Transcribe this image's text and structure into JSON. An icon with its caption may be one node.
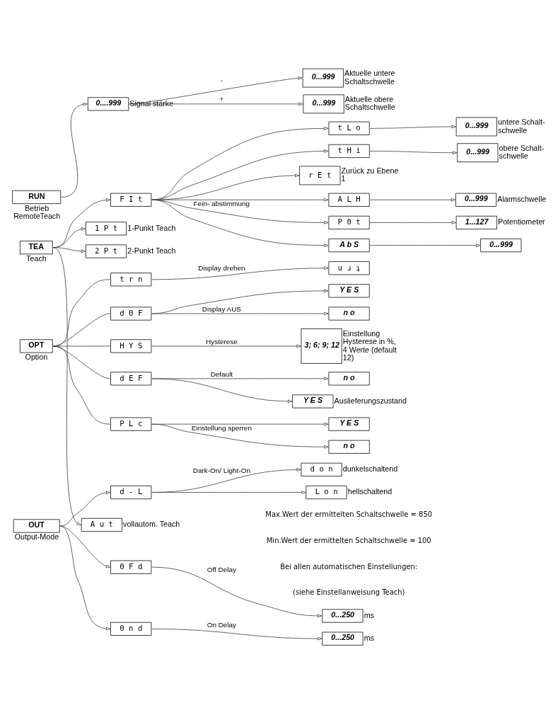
{
  "diagram": {
    "nodes": [
      {
        "text": [
          "OUT"
        ],
        "beside": [
          "Output-Mode"
        ]
      },
      {
        "text": [
          "d - L"
        ]
      },
      {
        "text": [
          "d o n"
        ],
        "beside": [
          "dunkelschaltend"
        ]
      },
      {
        "text": [
          "L o n"
        ],
        "beside": [
          "hellschaltend"
        ]
      },
      {
        "text": [
          "0 F d"
        ]
      },
      {
        "text": [
          "0...250"
        ],
        "beside": [
          "ms"
        ]
      },
      {
        "text": [
          "0 n d"
        ]
      },
      {
        "text": [
          "0...250"
        ],
        "beside": [
          "ms"
        ]
      },
      {
        "text": [
          "OPT"
        ],
        "beside": [
          "Option"
        ]
      },
      {
        "text": [
          "P L c"
        ]
      },
      {
        "text": [
          "n o"
        ]
      },
      {
        "text": [
          "Y E S"
        ]
      },
      {
        "text": [
          "t r n"
        ]
      },
      {
        "text": [
          "u ɹ ʇ"
        ]
      },
      {
        "text": [
          "d 0 F"
        ]
      },
      {
        "text": [
          "n o"
        ]
      },
      {
        "text": [
          "Y E S"
        ]
      },
      {
        "text": [
          "H Y S"
        ]
      },
      {
        "text": [
          "3; 6; 9; 12"
        ],
        "beside": [
          "Einstellung Hysterese in %, 4 Werte (default 12)"
        ]
      },
      {
        "text": [
          "d E F"
        ]
      },
      {
        "text": [
          "n o"
        ]
      },
      {
        "text": [
          "Y E S"
        ],
        "beside": [
          "Auslieferungszustand"
        ]
      },
      {
        "text": [
          "TEA"
        ],
        "beside": [
          "Teach"
        ]
      },
      {
        "text": [
          "A u t"
        ],
        "beside": [
          "vollautom. Teach"
        ]
      },
      {
        "text": [
          "1 P t"
        ],
        "beside": [
          "1-Punkt Teach"
        ]
      },
      {
        "text": [
          "2 P t"
        ],
        "beside": [
          "2-Punkt Teach"
        ]
      },
      {
        "text": [
          "F I t"
        ]
      },
      {
        "text": [
          "P 0 t"
        ]
      },
      {
        "text": [
          "1...127"
        ],
        "beside": [
          "Potentiometer"
        ]
      },
      {
        "text": [
          "A b S"
        ]
      },
      {
        "text": [
          "0...999"
        ]
      },
      {
        "text": [
          "t L o"
        ]
      },
      {
        "text": [
          "0...999"
        ],
        "beside": [
          "untere Schalt- schwelle"
        ]
      },
      {
        "text": [
          "t H i"
        ]
      },
      {
        "text": [
          "0...999"
        ],
        "beside": [
          "obere Schalt- schwelle"
        ]
      },
      {
        "text": [
          "A L H"
        ]
      },
      {
        "text": [
          "0...999"
        ],
        "beside": [
          "Alarmschwelle"
        ]
      },
      {
        "text": [
          "r E t"
        ],
        "beside": [
          "Zurück zu Ebene 1"
        ]
      },
      {
        "text": [
          "RUN"
        ],
        "beside": [
          "Betrieb RemoteTeach"
        ]
      },
      {
        "text": [
          "0....999"
        ],
        "beside": [
          "Signal stärke"
        ]
      },
      {
        "text": [
          "0...999"
        ],
        "beside": [
          "Aktuelle obere Schaltschwelle"
        ]
      },
      {
        "text": [
          "0...999"
        ],
        "beside": [
          "Aktuelle untere Schaltschwelle"
        ]
      }
    ],
    "edges": [
      {
        "from": 0,
        "to": 1,
        "arrow": "to"
      },
      {
        "from": 1,
        "to": 2,
        "arrow": "to",
        "label": "Dark-On/ Light-On"
      },
      {
        "from": 1,
        "to": 3,
        "arrow": "to"
      },
      {
        "from": 0,
        "to": 4,
        "arrow": "to"
      },
      {
        "from": 4,
        "to": 5,
        "arrow": "to",
        "label": "Off Delay"
      },
      {
        "from": 0,
        "to": 6,
        "arrow": "to"
      },
      {
        "from": 6,
        "to": 7,
        "arrow": "to",
        "label": "On Delay"
      },
      {
        "from": 8,
        "to": 9,
        "arrow": "none"
      },
      {
        "from": 9,
        "to": 10,
        "arrow": "to",
        "label": "Einstellung sperren"
      },
      {
        "from": 9,
        "to": 11,
        "arrow": "to"
      },
      {
        "from": 8,
        "to": 12,
        "arrow": "none"
      },
      {
        "from": 12,
        "to": 13,
        "arrow": "to",
        "label": "Display drehen"
      },
      {
        "from": 8,
        "to": 14,
        "arrow": "none"
      },
      {
        "from": 14,
        "to": 15,
        "arrow": "to",
        "label": "Display AUS"
      },
      {
        "from": 14,
        "to": 16,
        "arrow": "to"
      },
      {
        "from": 8,
        "to": 17,
        "arrow": "none"
      },
      {
        "from": 17,
        "to": 18,
        "arrow": "to",
        "label": "Hysterese"
      },
      {
        "from": 8,
        "to": 19,
        "arrow": "none"
      },
      {
        "from": 19,
        "to": 20,
        "arrow": "to",
        "label": "Default"
      },
      {
        "from": 19,
        "to": 21,
        "arrow": "to"
      },
      {
        "from": 22,
        "to": 23,
        "arrow": "to"
      },
      {
        "from": 22,
        "to": 24,
        "arrow": "to"
      },
      {
        "from": 22,
        "to": 25,
        "arrow": "to"
      },
      {
        "from": 22,
        "to": 26,
        "arrow": "to"
      },
      {
        "from": 26,
        "to": 27,
        "arrow": "to",
        "label": "Fein- abstimmung"
      },
      {
        "from": 26,
        "to": 29,
        "arrow": "to"
      },
      {
        "from": 26,
        "to": 31,
        "arrow": "to"
      },
      {
        "from": 26,
        "to": 33,
        "arrow": "to"
      },
      {
        "from": 26,
        "to": 35,
        "arrow": "to"
      },
      {
        "from": 26,
        "to": 37,
        "arrow": "to"
      },
      {
        "from": 27,
        "to": 28,
        "arrow": "to"
      },
      {
        "from": 29,
        "to": 30,
        "arrow": "to"
      },
      {
        "from": 31,
        "to": 32,
        "arrow": "to"
      },
      {
        "from": 33,
        "to": 34,
        "arrow": "to"
      },
      {
        "from": 35,
        "to": 36,
        "arrow": "to"
      },
      {
        "from": 38,
        "to": 39,
        "arrow": "to"
      },
      {
        "from": 39,
        "to": 40,
        "arrow": "to",
        "label": "+"
      },
      {
        "from": 39,
        "to": 41,
        "arrow": "to",
        "label": "-"
      }
    ],
    "labels": [
      "(siehe Einstellanweisung Teach)",
      "Bei allen automatischen Einstellungen:",
      "Min.Wert der ermittelten Schaltschwelle = 100",
      "Max.Wert der ermittelten Schaltschwelle = 850"
    ]
  }
}
